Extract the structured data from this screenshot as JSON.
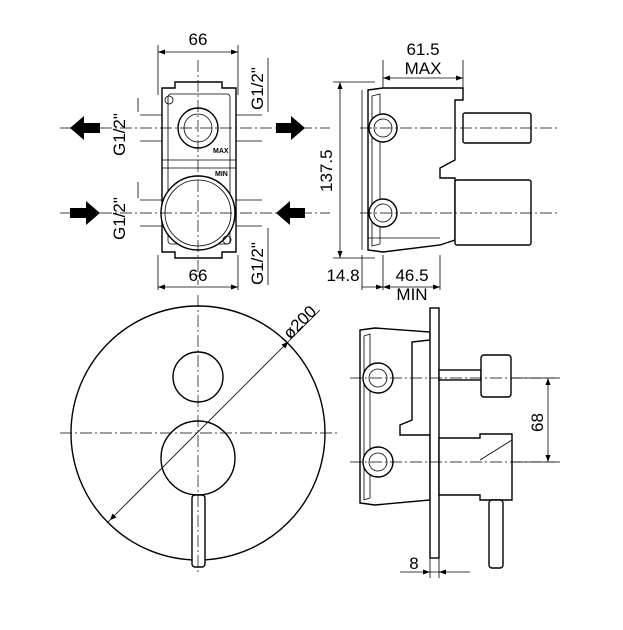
{
  "dimensions": {
    "top_width": "66",
    "bottom_width": "66",
    "thread_top_left": "G1/2\"",
    "thread_top_right": "G1/2\"",
    "thread_bottom_left": "G1/2\"",
    "thread_bottom_right": "G1/2\"",
    "height": "137.5",
    "depth_max": "61.5",
    "max_label": "MAX",
    "offset": "14.8",
    "depth_min": "46.5",
    "min_label": "MIN",
    "diameter": "ø200",
    "handle_spacing": "68",
    "plate_thickness": "8"
  },
  "body_markings": {
    "max": "MAX",
    "min": "MIN"
  }
}
